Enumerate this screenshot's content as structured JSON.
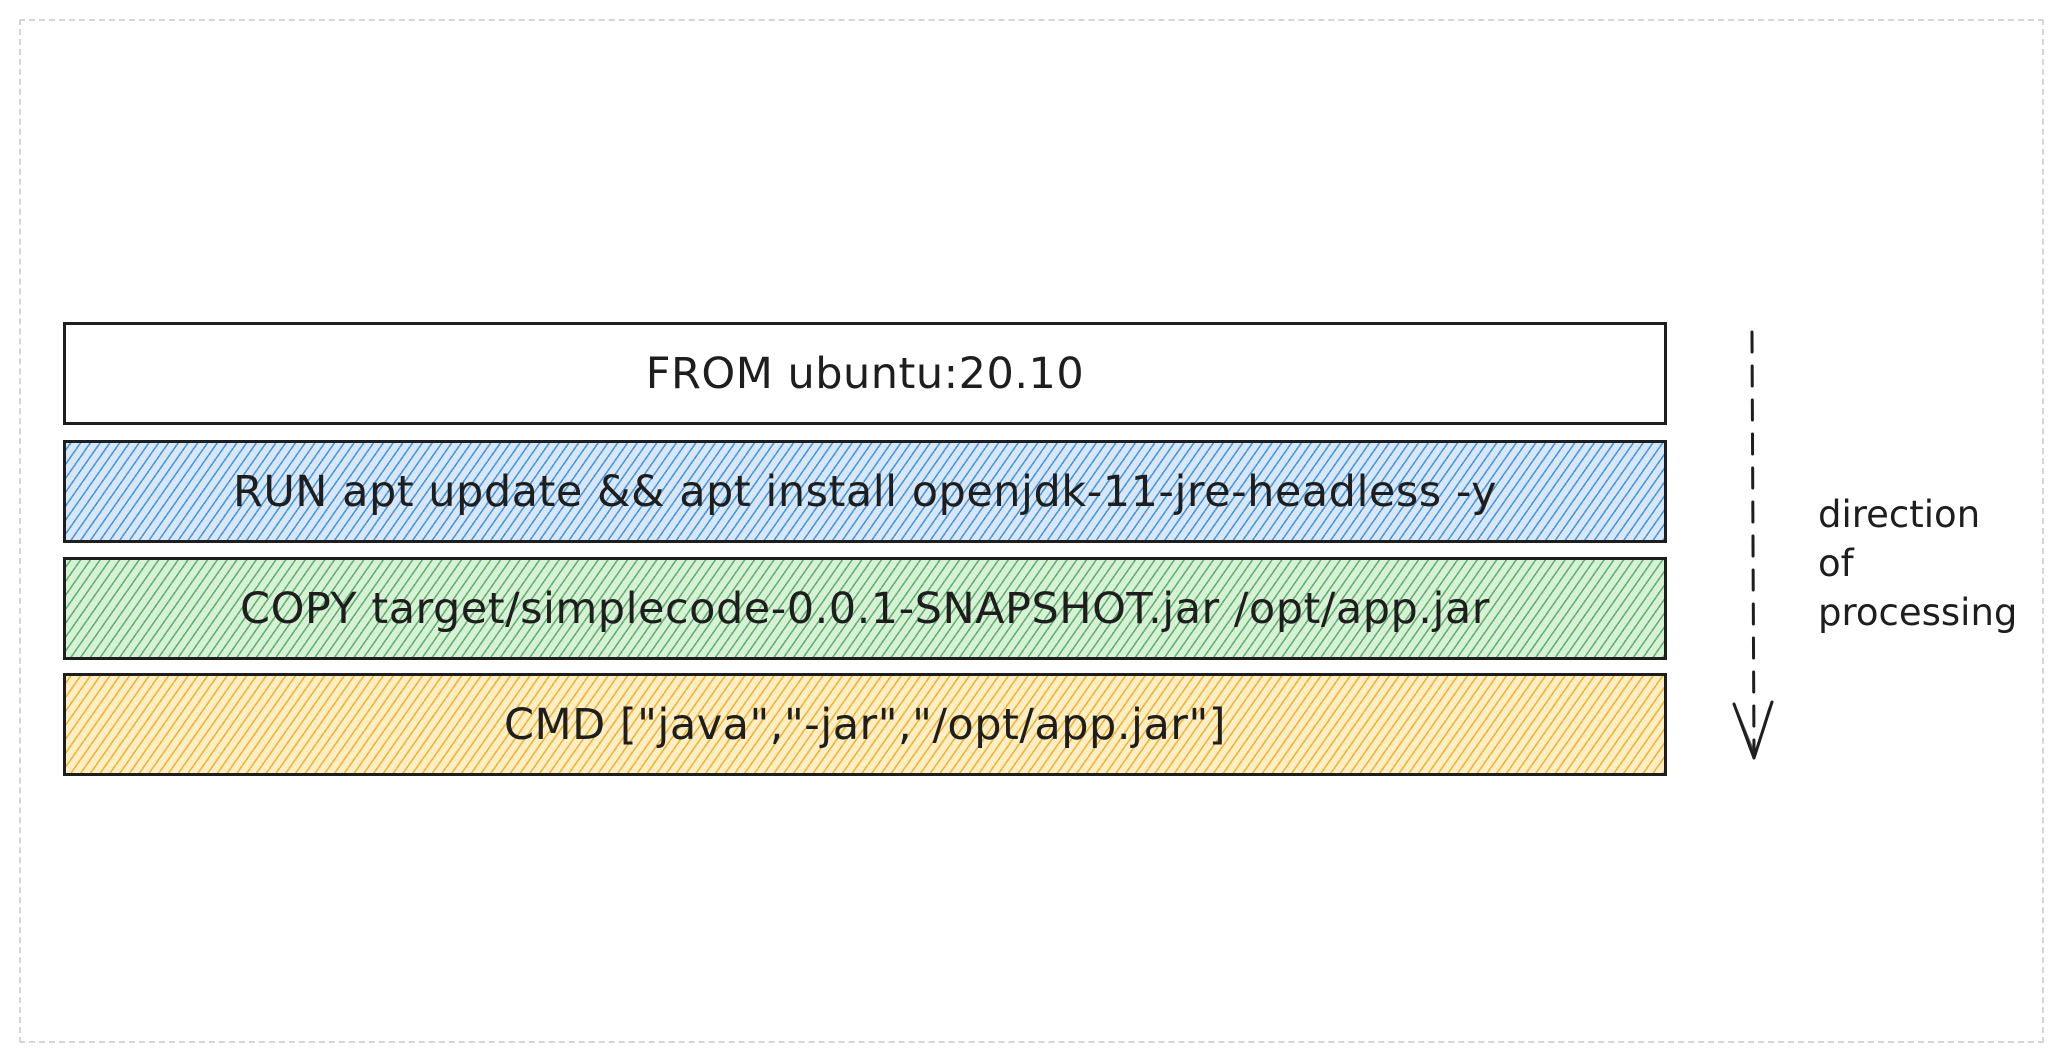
{
  "diagram": {
    "layers": [
      {
        "text": "FROM ubuntu:20.10",
        "fill": "none"
      },
      {
        "text": "RUN apt update && apt install openjdk-11-jre-headless -y",
        "fill": "#1c7ed6"
      },
      {
        "text": "COPY target/simplecode-0.0.1-SNAPSHOT.jar /opt/app.jar",
        "fill": "#2f9e44"
      },
      {
        "text": "CMD [\"java\",\"-jar\",\"/opt/app.jar\"]",
        "fill": "#f0a000"
      }
    ],
    "arrow": {
      "direction": "down",
      "style": "dashed",
      "label_lines": [
        "direction",
        "of",
        "processing"
      ]
    },
    "frame_style": "dashed"
  }
}
